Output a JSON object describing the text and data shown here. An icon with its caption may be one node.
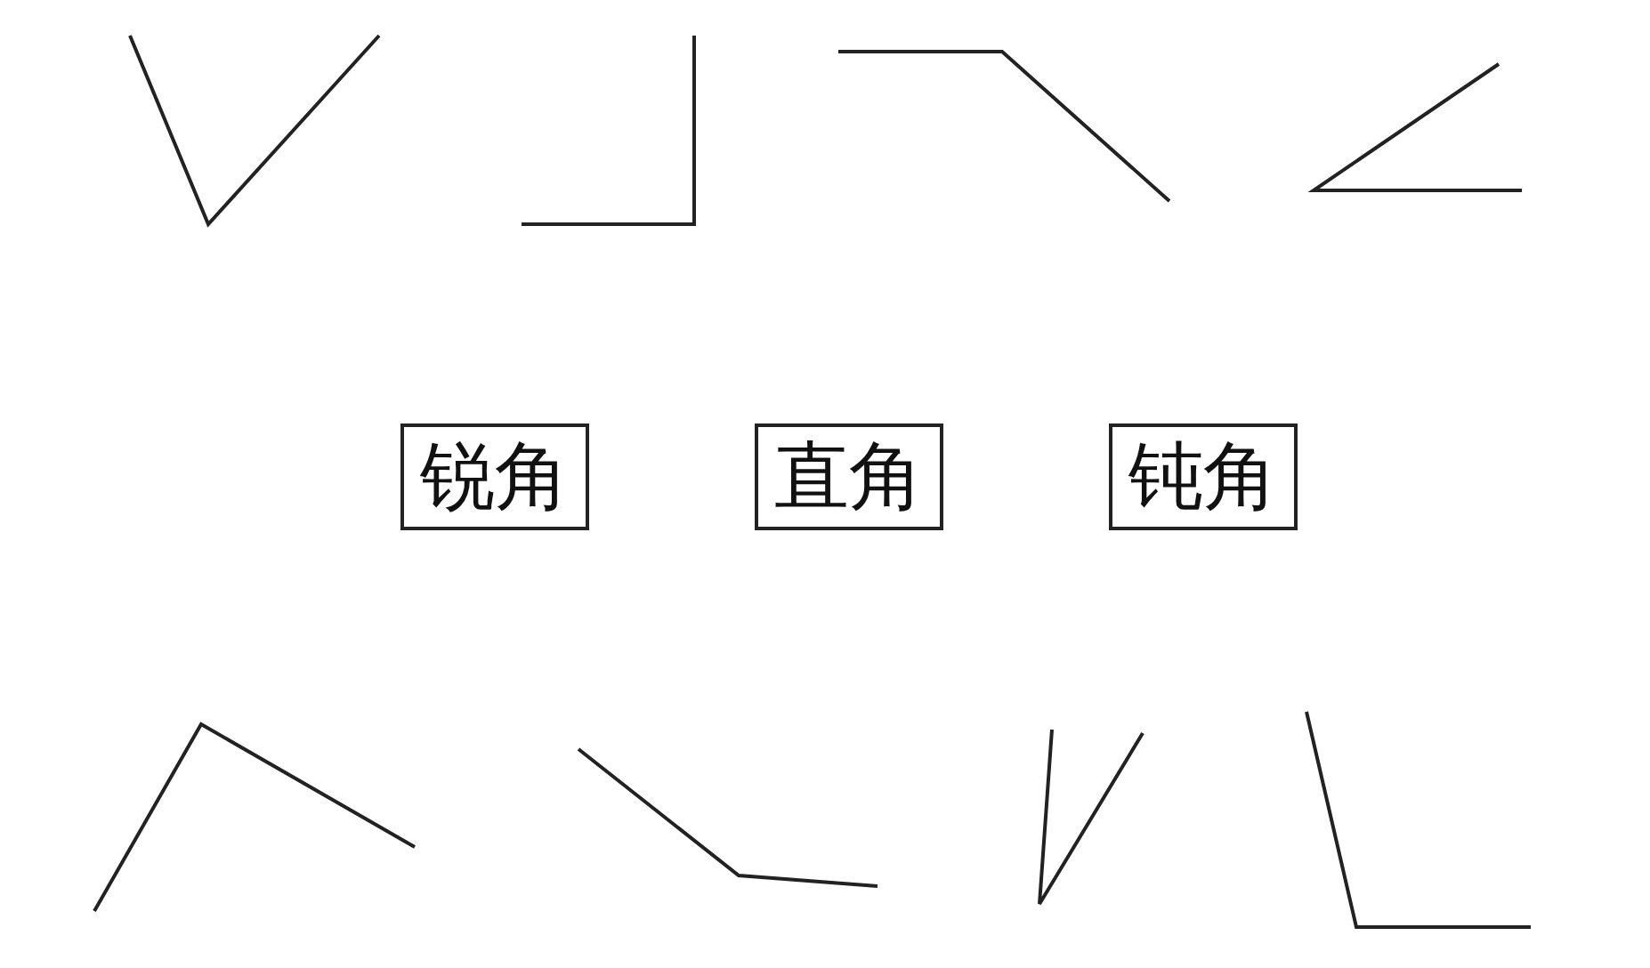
{
  "diagram": {
    "nodes": [
      {
        "text": [
          "锐角"
        ]
      },
      {
        "text": [
          "直角"
        ]
      },
      {
        "text": [
          "钝角"
        ]
      }
    ]
  }
}
